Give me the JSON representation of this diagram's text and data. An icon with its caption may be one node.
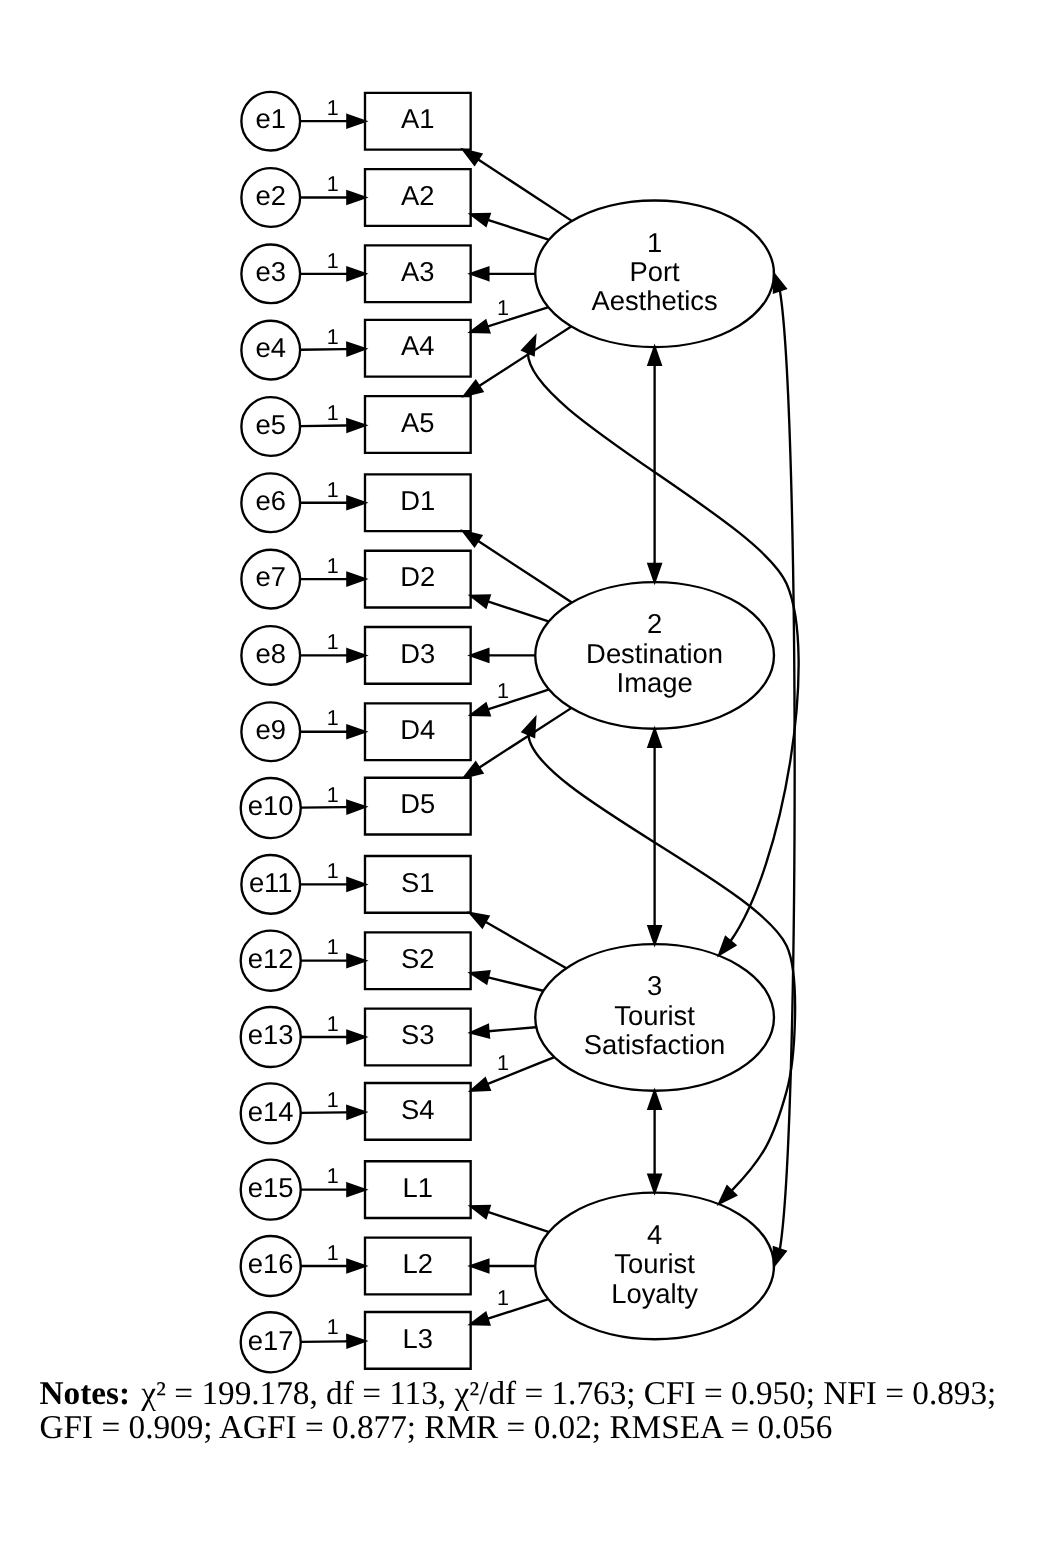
{
  "diagram": {
    "caption": "**Notes:** χ² = 199.178, df = 113, χ²/df = 1.763; CFI = 0.950; NFI = 0.893; GFI = 0.909; AGFI = 0.877; RMR = 0.02; RMSEA = 0.056",
    "nodes": [
      {
        "text": [
          "e1"
        ]
      },
      {
        "text": [
          "A1"
        ]
      },
      {
        "text": [
          "e2"
        ]
      },
      {
        "text": [
          "A2"
        ]
      },
      {
        "text": [
          "e3"
        ]
      },
      {
        "text": [
          "A3"
        ]
      },
      {
        "text": [
          "e4"
        ]
      },
      {
        "text": [
          "A4"
        ]
      },
      {
        "text": [
          "e5"
        ]
      },
      {
        "text": [
          "A5"
        ]
      },
      {
        "text": [
          "1",
          "Port Aesthetics"
        ]
      },
      {
        "text": [
          "e6"
        ]
      },
      {
        "text": [
          "D1"
        ]
      },
      {
        "text": [
          "e7"
        ]
      },
      {
        "text": [
          "D2"
        ]
      },
      {
        "text": [
          "e8"
        ]
      },
      {
        "text": [
          "D3"
        ]
      },
      {
        "text": [
          "e9"
        ]
      },
      {
        "text": [
          "D4"
        ]
      },
      {
        "text": [
          "e10"
        ]
      },
      {
        "text": [
          "D5"
        ]
      },
      {
        "text": [
          "2",
          "Destination Image"
        ]
      },
      {
        "text": [
          "e11"
        ]
      },
      {
        "text": [
          "S1"
        ]
      },
      {
        "text": [
          "e12"
        ]
      },
      {
        "text": [
          "S2"
        ]
      },
      {
        "text": [
          "e13"
        ]
      },
      {
        "text": [
          "S3"
        ]
      },
      {
        "text": [
          "e14"
        ]
      },
      {
        "text": [
          "S4"
        ]
      },
      {
        "text": [
          "3",
          "Tourist Satisfaction"
        ]
      },
      {
        "text": [
          "e15"
        ]
      },
      {
        "text": [
          "L1"
        ]
      },
      {
        "text": [
          "e16"
        ]
      },
      {
        "text": [
          "L2"
        ]
      },
      {
        "text": [
          "e17"
        ]
      },
      {
        "text": [
          "L3"
        ]
      },
      {
        "text": [
          "4",
          "Tourist Loyalty"
        ]
      }
    ],
    "edges": [
      {
        "from": 0,
        "to": 1,
        "arrow": "to",
        "label": "1"
      },
      {
        "from": 2,
        "to": 3,
        "arrow": "to",
        "label": "1"
      },
      {
        "from": 4,
        "to": 5,
        "arrow": "to",
        "label": "1"
      },
      {
        "from": 6,
        "to": 7,
        "arrow": "to",
        "label": "1"
      },
      {
        "from": 8,
        "to": 9,
        "arrow": "to",
        "label": "1"
      },
      {
        "from": 10,
        "to": 1,
        "arrow": "to"
      },
      {
        "from": 10,
        "to": 3,
        "arrow": "to"
      },
      {
        "from": 10,
        "to": 5,
        "arrow": "to"
      },
      {
        "from": 10,
        "to": 7,
        "arrow": "to",
        "label": "1"
      },
      {
        "from": 10,
        "to": 9,
        "arrow": "to"
      },
      {
        "from": 11,
        "to": 12,
        "arrow": "to",
        "label": "1"
      },
      {
        "from": 13,
        "to": 14,
        "arrow": "to",
        "label": "1"
      },
      {
        "from": 15,
        "to": 16,
        "arrow": "to",
        "label": "1"
      },
      {
        "from": 17,
        "to": 18,
        "arrow": "to",
        "label": "1"
      },
      {
        "from": 19,
        "to": 20,
        "arrow": "to",
        "label": "1"
      },
      {
        "from": 21,
        "to": 12,
        "arrow": "to"
      },
      {
        "from": 21,
        "to": 14,
        "arrow": "to"
      },
      {
        "from": 21,
        "to": 16,
        "arrow": "to"
      },
      {
        "from": 21,
        "to": 18,
        "arrow": "to",
        "label": "1"
      },
      {
        "from": 21,
        "to": 20,
        "arrow": "to"
      },
      {
        "from": 22,
        "to": 23,
        "arrow": "to",
        "label": "1"
      },
      {
        "from": 24,
        "to": 25,
        "arrow": "to",
        "label": "1"
      },
      {
        "from": 26,
        "to": 27,
        "arrow": "to",
        "label": "1"
      },
      {
        "from": 28,
        "to": 29,
        "arrow": "to",
        "label": "1"
      },
      {
        "from": 30,
        "to": 23,
        "arrow": "to"
      },
      {
        "from": 30,
        "to": 25,
        "arrow": "to"
      },
      {
        "from": 30,
        "to": 27,
        "arrow": "to"
      },
      {
        "from": 30,
        "to": 29,
        "arrow": "to",
        "label": "1"
      },
      {
        "from": 31,
        "to": 32,
        "arrow": "to",
        "label": "1"
      },
      {
        "from": 33,
        "to": 34,
        "arrow": "to",
        "label": "1"
      },
      {
        "from": 35,
        "to": 36,
        "arrow": "to",
        "label": "1"
      },
      {
        "from": 37,
        "to": 32,
        "arrow": "to"
      },
      {
        "from": 37,
        "to": 34,
        "arrow": "to"
      },
      {
        "from": 37,
        "to": 36,
        "arrow": "to",
        "label": "1"
      },
      {
        "from": 10,
        "to": 21,
        "arrow": "both"
      },
      {
        "from": 10,
        "to": 30,
        "arrow": "both"
      },
      {
        "from": 10,
        "to": 37,
        "arrow": "both"
      },
      {
        "from": 21,
        "to": 30,
        "arrow": "both"
      },
      {
        "from": 21,
        "to": 37,
        "arrow": "both"
      },
      {
        "from": 30,
        "to": 37,
        "arrow": "both"
      }
    ]
  }
}
